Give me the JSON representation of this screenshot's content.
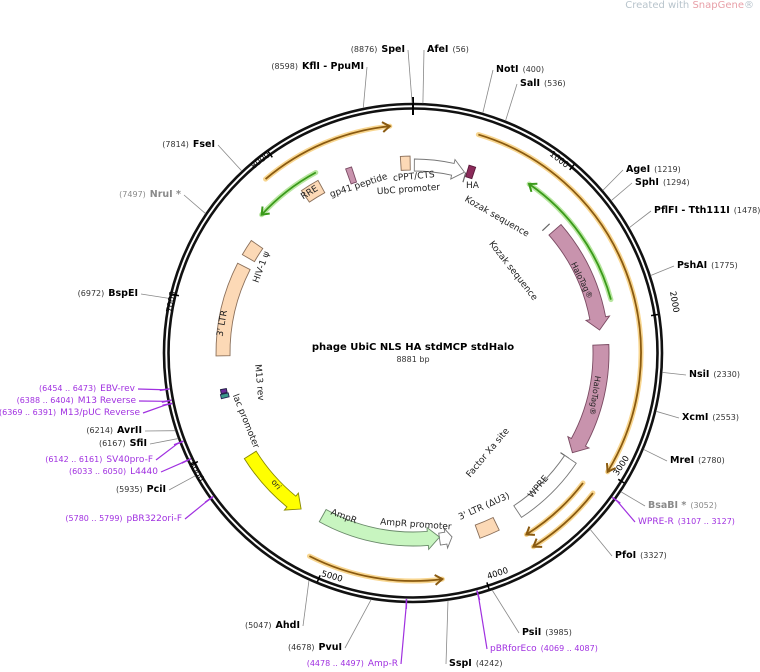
{
  "logo": {
    "prefix": "Created with ",
    "brand": "SnapGene",
    "suffix": "®"
  },
  "plasmid": {
    "name": "phage UbiC NLS HA stdMCP stdHalo",
    "length": 8881,
    "length_label": "8881 bp"
  },
  "colors": {
    "orf": "#e0a030",
    "orf_green": "#5cb82e",
    "halotag": "#c893ad",
    "misc": "#fcd9b6",
    "ampr": "#c8f5c0",
    "ori": "#ffff00",
    "primer": "#a030e0"
  },
  "ticks": [
    "1000",
    "2000",
    "3000",
    "4000",
    "5000",
    "6000",
    "7000",
    "8000"
  ],
  "sites": [
    {
      "name": "SpeI",
      "pos": "8876",
      "kind": "enzyme"
    },
    {
      "name": "AfeI",
      "pos": "56",
      "kind": "enzyme"
    },
    {
      "name": "KflI - PpuMI",
      "pos": "8598",
      "kind": "enzyme"
    },
    {
      "name": "NotI",
      "pos": "400",
      "kind": "enzyme"
    },
    {
      "name": "SalI",
      "pos": "536",
      "kind": "enzyme"
    },
    {
      "name": "FseI",
      "pos": "7814",
      "kind": "enzyme"
    },
    {
      "name": "NruI *",
      "pos": "7497",
      "kind": "grey"
    },
    {
      "name": "AgeI",
      "pos": "1219",
      "kind": "enzyme"
    },
    {
      "name": "SphI",
      "pos": "1294",
      "kind": "enzyme"
    },
    {
      "name": "PflFI - Tth111I",
      "pos": "1478",
      "kind": "enzyme"
    },
    {
      "name": "PshAI",
      "pos": "1775",
      "kind": "enzyme"
    },
    {
      "name": "BspEI",
      "pos": "6972",
      "kind": "enzyme"
    },
    {
      "name": "NsiI",
      "pos": "2330",
      "kind": "enzyme"
    },
    {
      "name": "XcmI",
      "pos": "2553",
      "kind": "enzyme"
    },
    {
      "name": "MreI",
      "pos": "2780",
      "kind": "enzyme"
    },
    {
      "name": "BsaBI *",
      "pos": "3052",
      "kind": "grey"
    },
    {
      "name": "WPRE-R",
      "pos": "3107 .. 3127",
      "kind": "primer"
    },
    {
      "name": "PfoI",
      "pos": "3327",
      "kind": "enzyme"
    },
    {
      "name": "PsiI",
      "pos": "3985",
      "kind": "enzyme"
    },
    {
      "name": "pBRforEco",
      "pos": "4069 .. 4087",
      "kind": "primer"
    },
    {
      "name": "SspI",
      "pos": "4242",
      "kind": "enzyme"
    },
    {
      "name": "AhdI",
      "pos": "5047",
      "kind": "enzyme"
    },
    {
      "name": "PvuI",
      "pos": "4678",
      "kind": "enzyme"
    },
    {
      "name": "Amp-R",
      "pos": "4478 .. 4497",
      "kind": "primer"
    },
    {
      "name": "EBV-rev",
      "pos": "6454 .. 6473",
      "kind": "primer"
    },
    {
      "name": "M13 Reverse",
      "pos": "6388 .. 6404",
      "kind": "primer"
    },
    {
      "name": "M13/pUC Reverse",
      "pos": "6369 .. 6391",
      "kind": "primer"
    },
    {
      "name": "AvrII",
      "pos": "6214",
      "kind": "enzyme"
    },
    {
      "name": "SfiI",
      "pos": "6167",
      "kind": "enzyme"
    },
    {
      "name": "SV40pro-F",
      "pos": "6142 .. 6161",
      "kind": "primer"
    },
    {
      "name": "L4440",
      "pos": "6033 .. 6050",
      "kind": "primer"
    },
    {
      "name": "PciI",
      "pos": "5935",
      "kind": "enzyme"
    },
    {
      "name": "pBR322ori-F",
      "pos": "5780 .. 5799",
      "kind": "primer"
    }
  ],
  "features": [
    {
      "label": "UbC promoter",
      "start": 10,
      "end": 392,
      "type": "promoter",
      "dir": 1
    },
    {
      "label": "cPPT/CTS",
      "start": 8790,
      "end": 8860,
      "type": "misc",
      "dir": 0
    },
    {
      "label": "HA",
      "start": 410,
      "end": 460,
      "type": "tag",
      "dir": 0
    },
    {
      "label": "Kozak sequence",
      "start": 402,
      "end": 408,
      "type": "site",
      "dir": 0
    },
    {
      "label": "Kozak sequence",
      "start": 1150,
      "end": 1156,
      "type": "site",
      "dir": 0
    },
    {
      "label": "HaloTag®",
      "start": 1210,
      "end": 2047,
      "type": "halotag",
      "dir": 1
    },
    {
      "label": "HaloTag®",
      "start": 2159,
      "end": 3010,
      "type": "halotag",
      "dir": 1
    },
    {
      "label": "Factor Xa site",
      "start": 3060,
      "end": 3066,
      "type": "site",
      "dir": 0
    },
    {
      "label": "WPRE",
      "start": 3060,
      "end": 3616,
      "type": "white",
      "dir": 0
    },
    {
      "label": "3' LTR (ΔU3)",
      "start": 3800,
      "end": 3950,
      "type": "misc",
      "dir": 0
    },
    {
      "label": "AmpR promoter",
      "start": 4145,
      "end": 4240,
      "type": "promoter",
      "dir": -1
    },
    {
      "label": "AmpR",
      "start": 4238,
      "end": 5157,
      "type": "ampr",
      "dir": -1
    },
    {
      "label": "ori",
      "start": 5320,
      "end": 5870,
      "type": "ori",
      "dir": -1
    },
    {
      "label": "lac promoter",
      "start": 6330,
      "end": 6360,
      "type": "lac",
      "dir": 0
    },
    {
      "label": "M13 rev",
      "start": 6365,
      "end": 6395,
      "type": "m13",
      "dir": 0
    },
    {
      "label": "3' LTR",
      "start": 6640,
      "end": 7330,
      "type": "misc",
      "dir": 0
    },
    {
      "label": "HIV-1 ψ",
      "start": 7400,
      "end": 7520,
      "type": "misc",
      "dir": 0
    },
    {
      "label": "RRE",
      "start": 8030,
      "end": 8170,
      "type": "misc",
      "dir": 0
    },
    {
      "label": "gp41 peptide",
      "start": 8385,
      "end": 8430,
      "type": "halotag",
      "dir": 0
    }
  ],
  "orfs": [
    {
      "start": 7887,
      "end": 8737,
      "track": "outer",
      "dir": 1,
      "color": "orange"
    },
    {
      "start": 411,
      "end": 2995,
      "track": "outer",
      "dir": 1,
      "color": "orange"
    },
    {
      "start": 3143,
      "end": 3651,
      "track": "inner",
      "dir": 1,
      "color": "orange"
    },
    {
      "start": 3155,
      "end": 3655,
      "track": "outer",
      "dir": 1,
      "color": "orange"
    },
    {
      "start": 4258,
      "end": 5107,
      "track": "outer",
      "dir": -1,
      "color": "orange"
    },
    {
      "start": 7707,
      "end": 8183,
      "track": "green",
      "dir": -1,
      "color": "green"
    },
    {
      "start": 851,
      "end": 1848,
      "track": "green",
      "dir": -1,
      "color": "green"
    }
  ]
}
